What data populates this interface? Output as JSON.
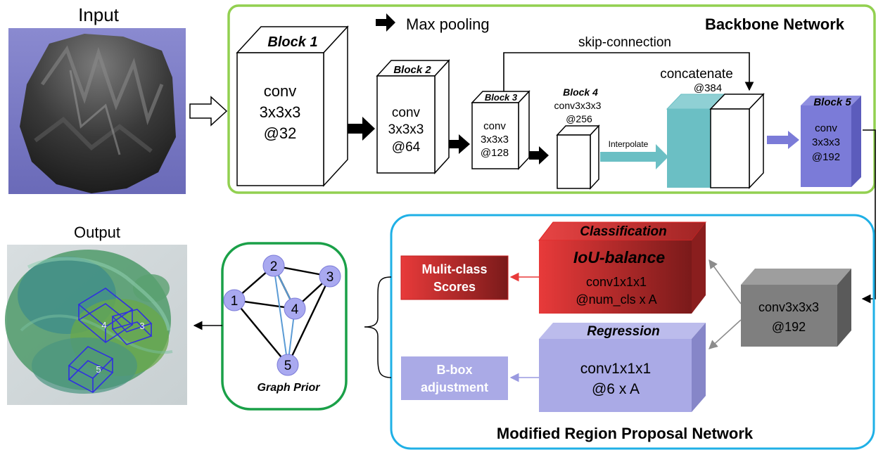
{
  "input": {
    "title": "Input"
  },
  "output": {
    "title": "Output"
  },
  "legend": {
    "max_pooling": "Max pooling"
  },
  "backbone": {
    "title": "Backbone Network",
    "skip_label": "skip-connection",
    "interpolate_label": "Interpolate",
    "concat_label": "concatenate",
    "concat_channels": "@384",
    "block1": {
      "name": "Block 1",
      "lines": [
        "conv",
        "3x3x3",
        "@32"
      ]
    },
    "block2": {
      "name": "Block 2",
      "lines": [
        "conv",
        "3x3x3",
        "@64"
      ]
    },
    "block3": {
      "name": "Block 3",
      "lines": [
        "conv",
        "3x3x3",
        "@128"
      ]
    },
    "block4": {
      "name": "Block 4",
      "op": "conv3x3x3",
      "channels": "@256"
    },
    "block5": {
      "name": "Block 5",
      "lines": [
        "conv",
        "3x3x3",
        "@192"
      ]
    }
  },
  "rpn": {
    "title": "Modified Region Proposal Network",
    "shared": {
      "op": "conv3x3x3",
      "channels": "@192"
    },
    "classification": {
      "header": "Classification",
      "subtitle": "IoU-balance",
      "op": "conv1x1x1",
      "channels": "@num_cls x A"
    },
    "regression": {
      "header": "Regression",
      "op": "conv1x1x1",
      "channels": "@6 x A"
    },
    "scores": {
      "lines": [
        "Mulit-class",
        "Scores"
      ]
    },
    "bbox": {
      "lines": [
        "B-box",
        "adjustment"
      ]
    }
  },
  "graph_prior": {
    "title": "Graph Prior",
    "nodes": [
      "1",
      "2",
      "3",
      "4",
      "5"
    ],
    "edges": [
      [
        "1",
        "2"
      ],
      [
        "2",
        "3"
      ],
      [
        "1",
        "4"
      ],
      [
        "2",
        "4"
      ],
      [
        "3",
        "4"
      ],
      [
        "1",
        "5"
      ],
      [
        "3",
        "5"
      ]
    ],
    "prior_edges": [
      [
        "2",
        "5"
      ],
      [
        "4",
        "5"
      ],
      [
        "2",
        "4"
      ]
    ]
  },
  "detections": [
    "4",
    "3",
    "5"
  ],
  "colors": {
    "backbone_border": "#92d050",
    "rpn_border": "#1fb0e6",
    "graph_border": "#1aa048",
    "teal": "#6bbfc4",
    "purple": "#7b7bd8",
    "red": "#e83a3a",
    "lavender": "#aaaae6",
    "gray": "#7f7f7f"
  }
}
